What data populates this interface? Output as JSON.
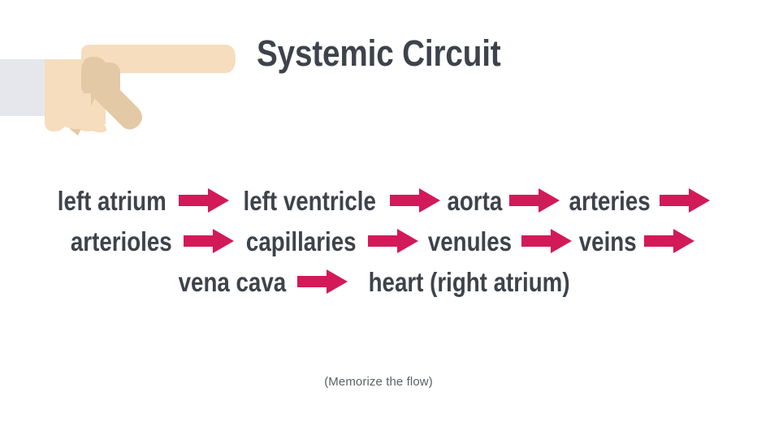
{
  "slide": {
    "title": "Systemic Circuit",
    "footer_note": "(Memorize the flow)",
    "background_color": "#ffffff",
    "title_color": "#3e434b",
    "arrow_color": "#d21a58",
    "label_color": "#3e434b",
    "footer_color": "#5c6066"
  },
  "illustration": {
    "name": "pointing-hand",
    "skin_color": "#f5ddbd",
    "shadow_color": "#e3c9a6",
    "sleeve_color": "#e5e7ec"
  },
  "chart_data": {
    "type": "diagram",
    "title": "Systemic Circuit",
    "subtitle": "(Memorize the flow)",
    "layout": "left-to-right wrapped flow chain, 3 rows",
    "nodes": [
      "left atrium",
      "left ventricle",
      "aorta",
      "arteries",
      "arterioles",
      "capillaries",
      "venules",
      "veins",
      "vena cava",
      "heart (right atrium)"
    ],
    "edges": [
      {
        "from": "left atrium",
        "to": "left ventricle"
      },
      {
        "from": "left ventricle",
        "to": "aorta"
      },
      {
        "from": "aorta",
        "to": "arteries"
      },
      {
        "from": "arteries",
        "to": "arterioles"
      },
      {
        "from": "arterioles",
        "to": "capillaries"
      },
      {
        "from": "capillaries",
        "to": "venules"
      },
      {
        "from": "venules",
        "to": "veins"
      },
      {
        "from": "veins",
        "to": "vena cava"
      },
      {
        "from": "vena cava",
        "to": "heart (right atrium)"
      }
    ],
    "rows": [
      {
        "index": 0,
        "items": [
          {
            "kind": "label",
            "text": "left atrium"
          },
          {
            "kind": "arrow"
          },
          {
            "kind": "label",
            "text": "left ventricle"
          },
          {
            "kind": "arrow"
          },
          {
            "kind": "label",
            "text": "aorta"
          },
          {
            "kind": "arrow"
          },
          {
            "kind": "label",
            "text": "arteries"
          },
          {
            "kind": "arrow"
          }
        ]
      },
      {
        "index": 1,
        "items": [
          {
            "kind": "label",
            "text": "arterioles"
          },
          {
            "kind": "arrow"
          },
          {
            "kind": "label",
            "text": "capillaries"
          },
          {
            "kind": "arrow"
          },
          {
            "kind": "label",
            "text": "venules"
          },
          {
            "kind": "arrow"
          },
          {
            "kind": "label",
            "text": "veins"
          },
          {
            "kind": "arrow"
          }
        ]
      },
      {
        "index": 2,
        "items": [
          {
            "kind": "label",
            "text": "vena cava"
          },
          {
            "kind": "arrow"
          },
          {
            "kind": "label",
            "text": "heart (right atrium)"
          }
        ]
      }
    ]
  }
}
